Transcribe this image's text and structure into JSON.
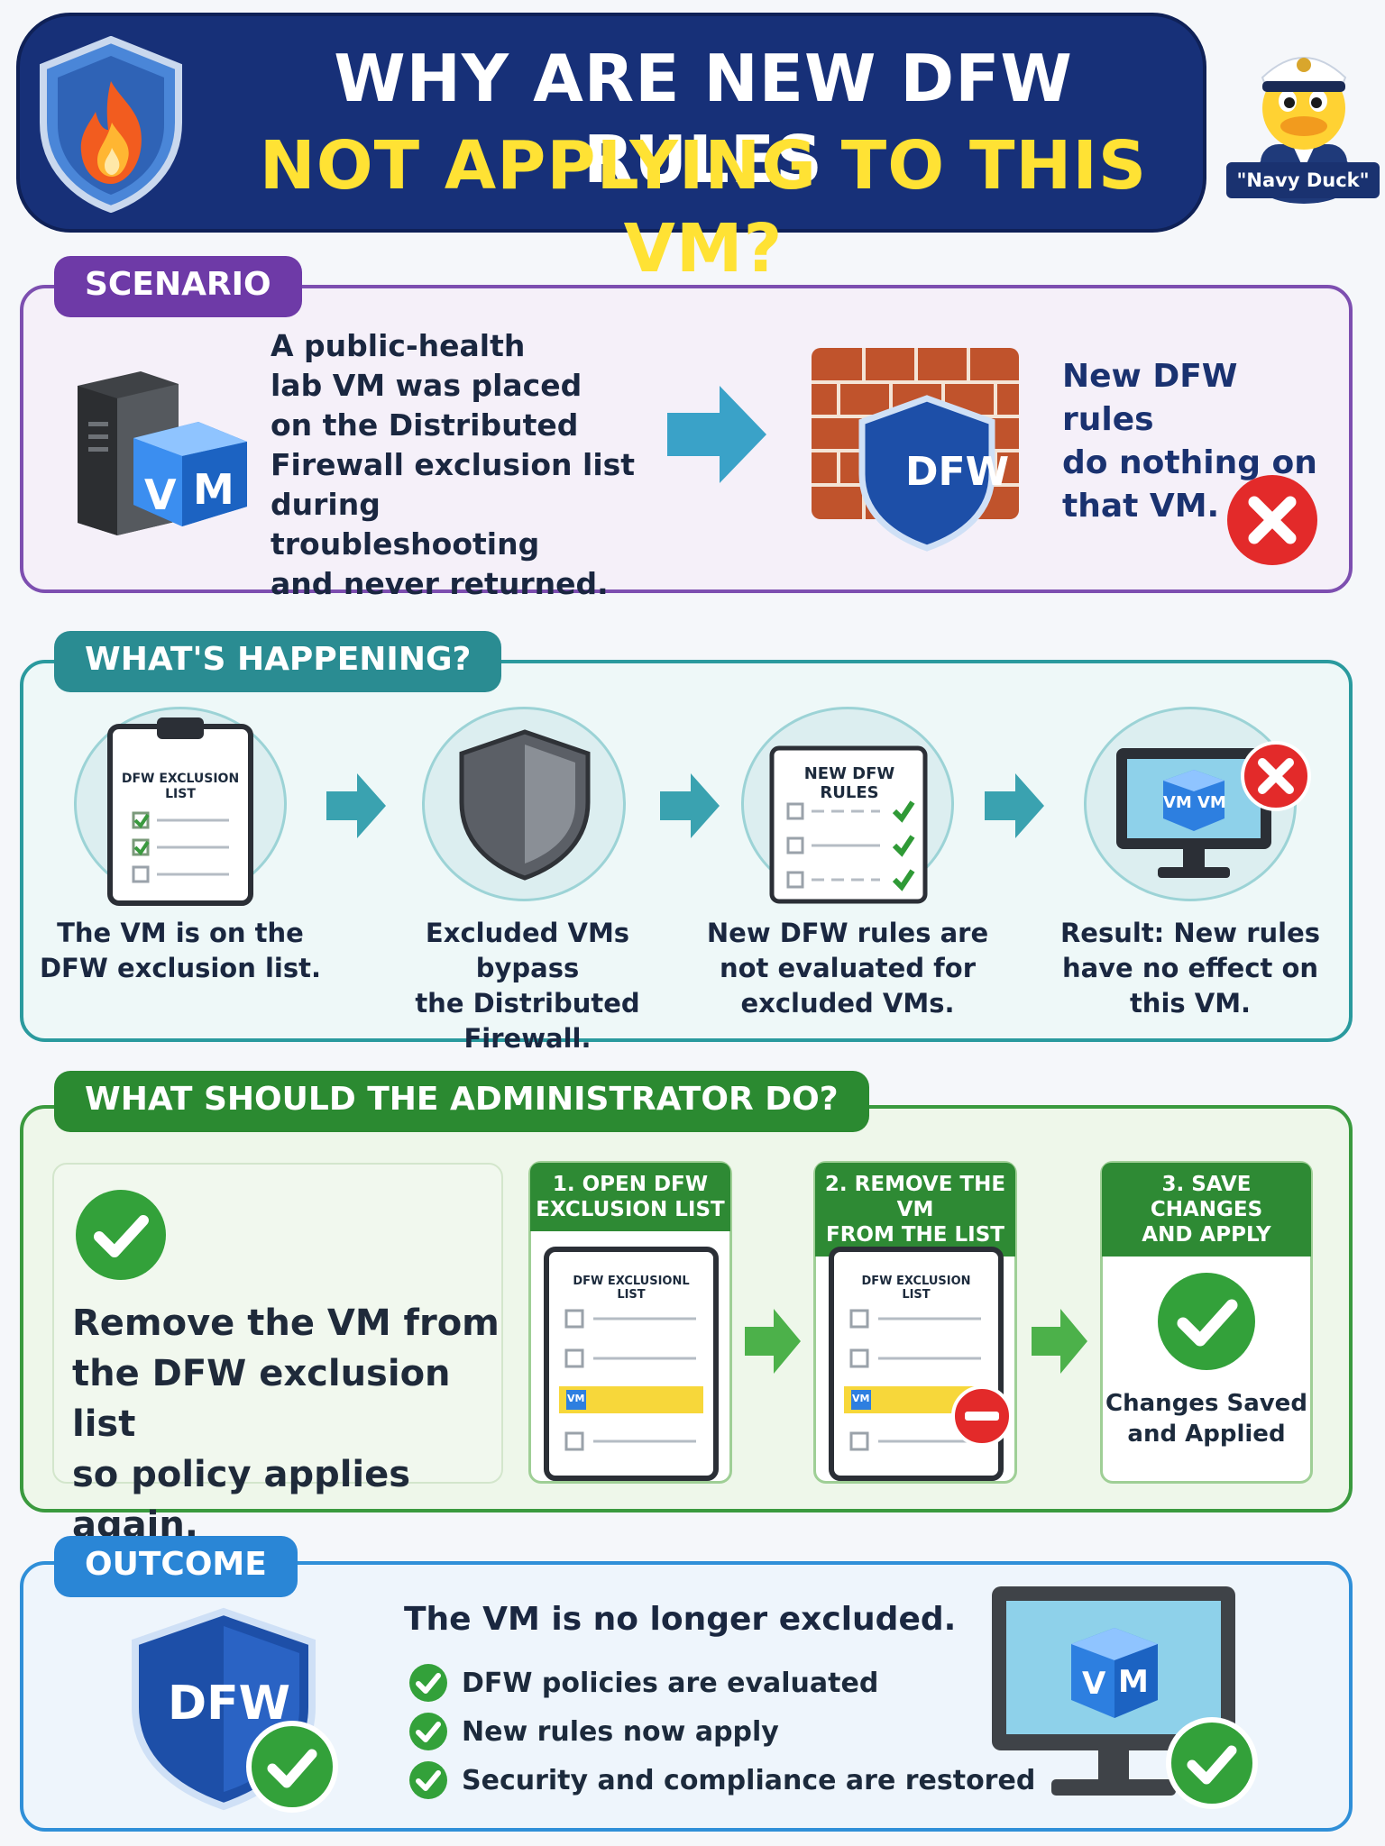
{
  "header": {
    "title_line1": "WHY ARE NEW DFW RULES",
    "title_line2": "NOT APPLYING TO THIS VM?",
    "mascot_label": "\"Navy Duck\""
  },
  "scenario": {
    "tag": "SCENARIO",
    "lines": [
      "A public-health",
      "lab VM was placed",
      "on the Distributed",
      "Firewall exclusion list",
      "during troubleshooting",
      "and never returned."
    ],
    "vm_label_v": "V",
    "vm_label_m": "M",
    "dfw_label": "DFW",
    "result_lines": [
      "New DFW rules",
      "do nothing on",
      "that VM."
    ]
  },
  "happening": {
    "tag": "WHAT'S HAPPENING?",
    "clipboard_title_1": "DFW EXCLUSION",
    "clipboard_title_2": "LIST",
    "rules_title": "NEW DFW RULES",
    "vm_v": "VM",
    "vm_m": "VM",
    "steps": [
      {
        "lines": [
          "The VM is on the",
          "DFW exclusion list."
        ]
      },
      {
        "lines": [
          "Excluded VMs bypass",
          "the Distributed",
          "Firewall."
        ]
      },
      {
        "lines": [
          "New DFW rules are",
          "not evaluated for",
          "excluded VMs."
        ]
      },
      {
        "lines": [
          "Result: New rules",
          "have no effect on",
          "this VM."
        ]
      }
    ]
  },
  "admin": {
    "tag": "WHAT SHOULD THE ADMINISTRATOR DO?",
    "main_lines": [
      "Remove the VM from",
      "the DFW exclusion list",
      "so policy applies again."
    ],
    "step1": {
      "line1": "1. OPEN DFW",
      "line2": "EXCLUSION LIST",
      "list_title_1": "DFW EXCLUSIONL",
      "list_title_2": "LIST"
    },
    "step2": {
      "line1": "2. REMOVE THE VM",
      "line2": "FROM THE LIST",
      "list_title_1": "DFW EXCLUSION",
      "list_title_2": "LIST"
    },
    "step3": {
      "line1": "3. SAVE CHANGES",
      "line2": "AND APPLY",
      "result_1": "Changes Saved",
      "result_2": "and Applied"
    },
    "vm_badge": "VM"
  },
  "outcome": {
    "tag": "OUTCOME",
    "dfw_label": "DFW",
    "headline": "The VM is no longer excluded.",
    "items": [
      "DFW policies are evaluated",
      "New rules now apply",
      "Security and compliance are restored"
    ],
    "vm_v": "V",
    "vm_m": "M"
  },
  "colors": {
    "navy": "#173078",
    "yellow": "#ffe234",
    "purple": "#6e3aa7",
    "teal": "#2a8c92",
    "green": "#2b8a31",
    "blue": "#2a86d6",
    "red": "#e32a2a"
  }
}
